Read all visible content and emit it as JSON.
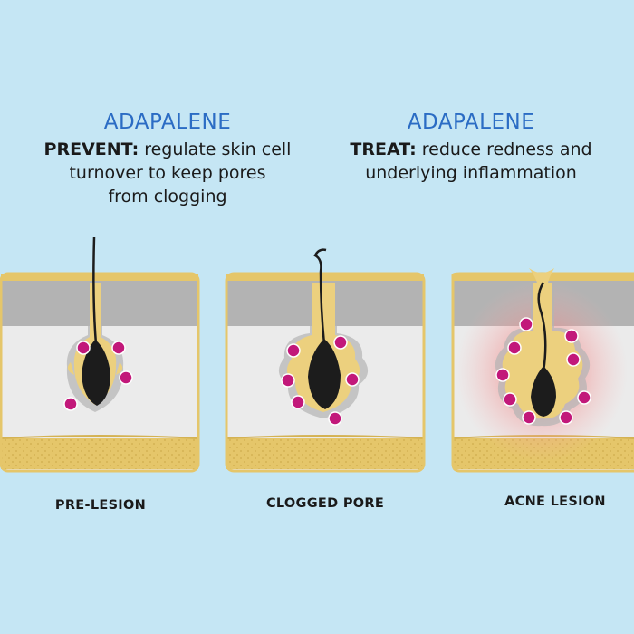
{
  "left_panel": {
    "title": "ADAPALENE",
    "label_bold": "PREVENT:",
    "line1": " regulate skin cell",
    "line2": "turnover to keep pores",
    "line3": "from clogging"
  },
  "right_panel": {
    "title": "ADAPALENE",
    "label_bold": "TREAT:",
    "line1": " reduce redness and",
    "line2": "underlying inflammation"
  },
  "stages": [
    {
      "label": "PRE-LESION"
    },
    {
      "label": "CLOGGED PORE"
    },
    {
      "label": "ACNE LESION"
    }
  ],
  "colors": {
    "background": "#c5e6f4",
    "title_blue": "#2b6cc4",
    "epidermis": "#b3b3b3",
    "dermis": "#ebebeb",
    "fat_layer": "#e5c66a",
    "sebum": "#ecd07e",
    "follicle": "#1c1c1c",
    "bacteria": "#c2187a",
    "inflammation": "#f08080"
  }
}
